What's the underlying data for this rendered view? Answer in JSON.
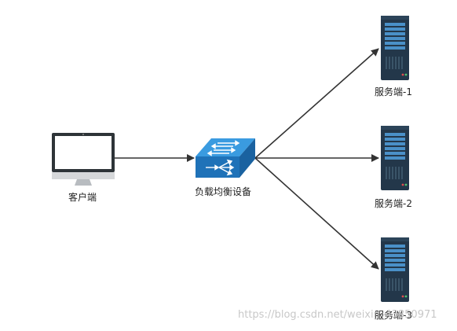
{
  "nodes": {
    "client": {
      "label": "客户端"
    },
    "load_balancer": {
      "label": "负载均衡设备"
    },
    "servers": [
      {
        "label": "服务端-1"
      },
      {
        "label": "服务端-2"
      },
      {
        "label": "服务端-3"
      }
    ]
  },
  "watermark": "https://blog.csdn.net/weixin_43850971",
  "colors": {
    "edge": "#333333",
    "server_body": "#23374a",
    "server_accent": "#4a90c8",
    "switch_top": "#2b8fd3",
    "switch_front": "#1f72b8",
    "switch_side": "#1a62a0",
    "monitor_frame": "#2e3438"
  }
}
